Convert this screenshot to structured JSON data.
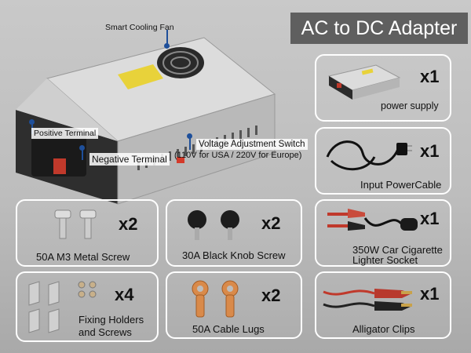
{
  "title": "AC to DC Adapter",
  "annotations": {
    "fan": "Smart Cooling Fan",
    "positive": "Positive Terminal",
    "negative": "Negative Terminal",
    "voltage_line1": "Voltage Adjustment Switch",
    "voltage_line2": "(110V for USA / 220V for Europe)"
  },
  "items": [
    {
      "qty": "x1",
      "label": "power supply"
    },
    {
      "qty": "x1",
      "label": "Input PowerCable"
    },
    {
      "qty": "x1",
      "label_line1": "350W Car Cigarette",
      "label_line2": "Lighter Socket"
    },
    {
      "qty": "x1",
      "label": "Alligator Clips"
    },
    {
      "qty": "x2",
      "label": "50A M3 Metal Screw"
    },
    {
      "qty": "x2",
      "label": "30A Black Knob Screw"
    },
    {
      "qty": "x4",
      "label_line1": "Fixing Holders",
      "label_line2": "and Screws"
    },
    {
      "qty": "x2",
      "label": "50A Cable Lugs"
    }
  ]
}
